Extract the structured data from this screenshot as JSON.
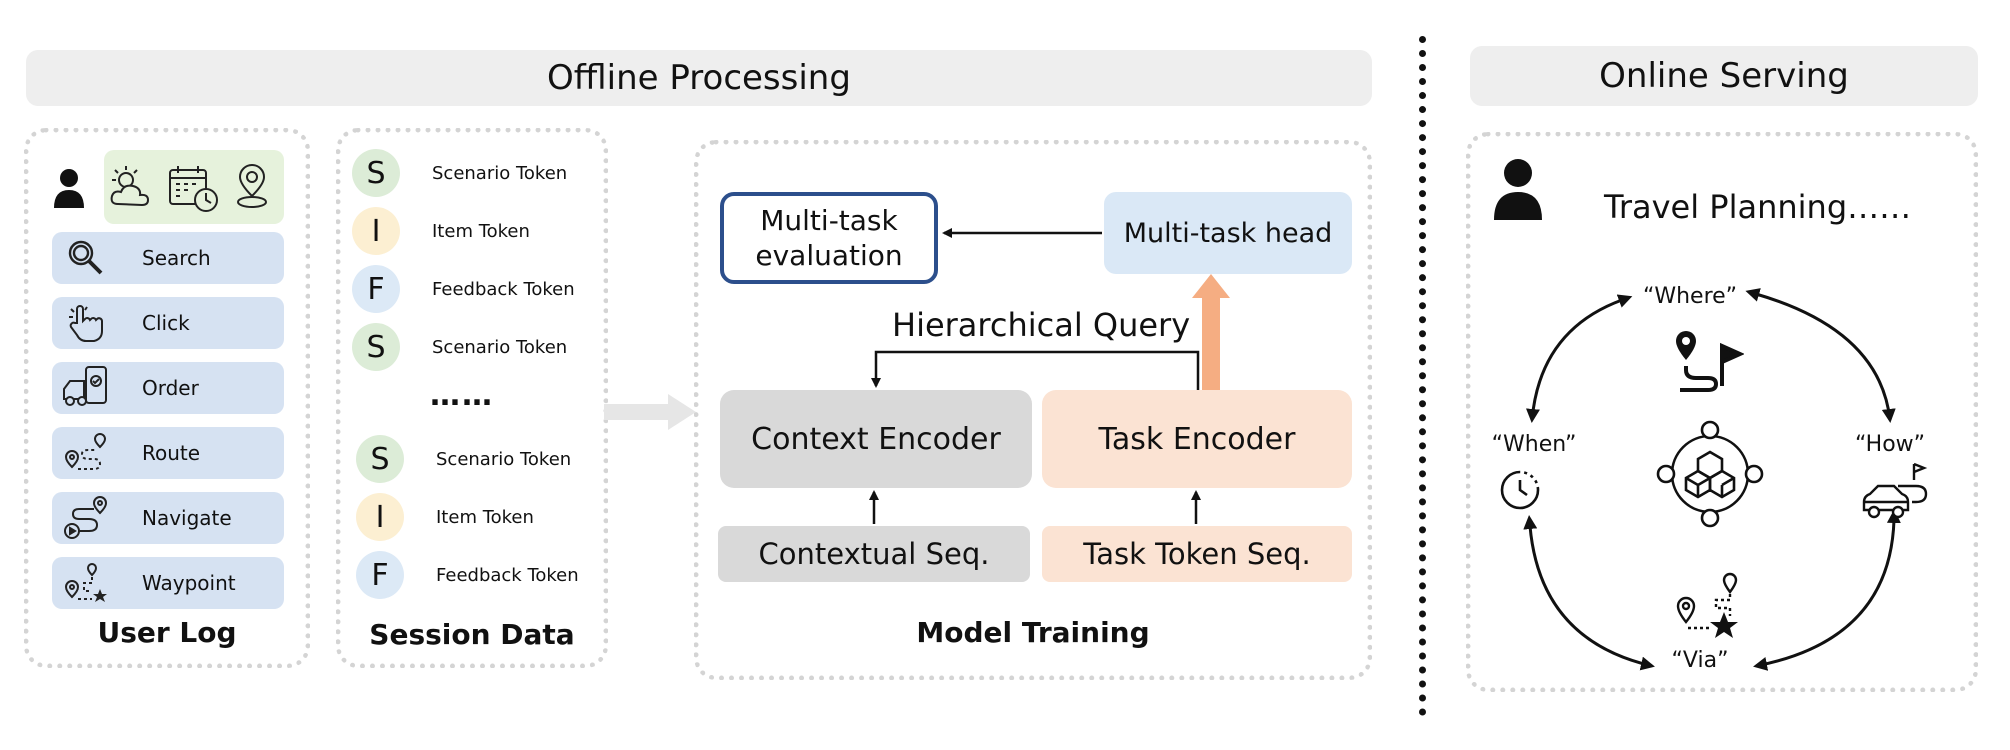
{
  "colors": {
    "scenario": "#dcecd7",
    "item": "#fcefd2",
    "feedback": "#dce9f6",
    "log_row": "#d6e2f2",
    "context_row": "#e6f2dc",
    "gray_box": "#d9d9d9",
    "peach_box": "#fbe3d3",
    "head_box": "#dae8f6",
    "eval_border": "#2c4f8c",
    "arrow_orange": "#f5ad82"
  },
  "offline": {
    "title": "Offline Processing"
  },
  "online": {
    "title": "Online Serving"
  },
  "user_log": {
    "title": "User Log",
    "context_icons": [
      "person-icon",
      "weather-icon",
      "calendar-icon",
      "location-pin-icon"
    ],
    "items": [
      {
        "label": "Search",
        "icon": "search-icon"
      },
      {
        "label": "Click",
        "icon": "click-icon"
      },
      {
        "label": "Order",
        "icon": "order-icon"
      },
      {
        "label": "Route",
        "icon": "route-icon"
      },
      {
        "label": "Navigate",
        "icon": "navigate-icon"
      },
      {
        "label": "Waypoint",
        "icon": "waypoint-icon"
      }
    ]
  },
  "session": {
    "title": "Session Data",
    "ellipsis": "……",
    "tokens": [
      {
        "letter": "S",
        "label": "Scenario Token",
        "kind": "scenario"
      },
      {
        "letter": "I",
        "label": "Item Token",
        "kind": "item"
      },
      {
        "letter": "F",
        "label": "Feedback Token",
        "kind": "feedback"
      },
      {
        "letter": "S",
        "label": "Scenario Token",
        "kind": "scenario"
      },
      {
        "letter": "S",
        "label": "Scenario Token",
        "kind": "scenario"
      },
      {
        "letter": "I",
        "label": "Item Token",
        "kind": "item"
      },
      {
        "letter": "F",
        "label": "Feedback Token",
        "kind": "feedback"
      }
    ]
  },
  "model": {
    "title": "Model Training",
    "eval": "Multi-task evaluation",
    "eval_line1": "Multi-task",
    "eval_line2": "evaluation",
    "head": "Multi-task head",
    "query": "Hierarchical Query",
    "context_encoder": "Context Encoder",
    "task_encoder": "Task Encoder",
    "context_seq": "Contextual Seq.",
    "task_seq": "Task Token Seq."
  },
  "serving": {
    "heading": "Travel Planning……",
    "where": "“Where”",
    "when": "“When”",
    "how": "“How”",
    "via": "“Via”"
  }
}
